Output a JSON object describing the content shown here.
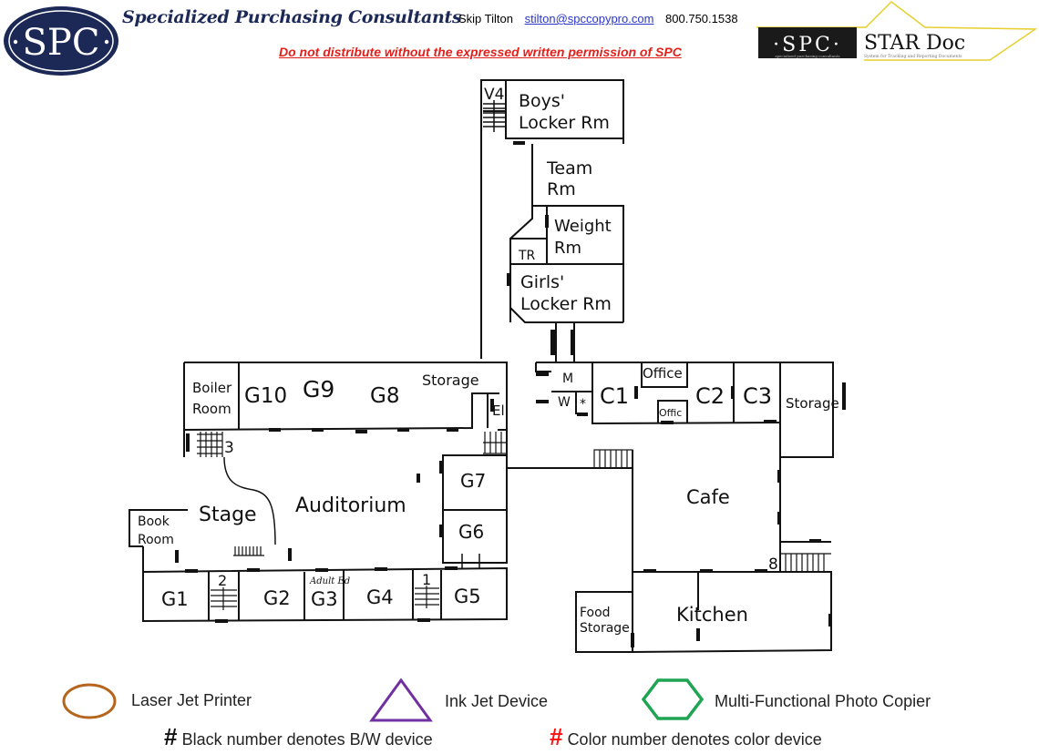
{
  "header": {
    "logo_text": "SPC",
    "company_name": "Specialized Purchasing Consultants",
    "contact_name": "Skip Tilton",
    "contact_email": "stilton@spccopypro.com",
    "contact_phone": "800.750.1538",
    "disclaimer": "Do not distribute without the expressed written permission of SPC",
    "stardoc_logo_left": "·SPC·",
    "stardoc_logo_right": "STAR Doc",
    "stardoc_tagline_left": "specialized purchasing consultants",
    "stardoc_tagline_right": "System for Tracking and Reporting Documents",
    "brand_navy": "#1c2957",
    "disclaimer_red": "#e1201b"
  },
  "floor_plan": {
    "rooms": {
      "v4": "V4",
      "boys_locker_1": "Boys'",
      "boys_locker_2": "Locker Rm",
      "team_1": "Team",
      "team_2": "Rm",
      "weight_1": "Weight",
      "weight_2": "Rm",
      "tr": "TR",
      "girls_locker_1": "Girls'",
      "girls_locker_2": "Locker Rm",
      "boiler_1": "Boiler",
      "boiler_2": "Room",
      "g10": "G10",
      "g9": "G9",
      "g8": "G8",
      "storage_west": "Storage",
      "el": "El",
      "m": "M",
      "w": "W",
      "asterisk": "*",
      "c1": "C1",
      "office": "Office",
      "offic": "Offic",
      "c2": "C2",
      "c3": "C3",
      "storage_east": "Storage",
      "stage": "Stage",
      "auditorium": "Auditorium",
      "book_1": "Book",
      "book_2": "Room",
      "g7": "G7",
      "g6": "G6",
      "cafe": "Cafe",
      "g1": "G1",
      "g2": "G2",
      "g3": "G3",
      "g3_note": "Adult Ed",
      "g4": "G4",
      "g5": "G5",
      "food_1": "Food",
      "food_2": "Storage",
      "kitchen": "Kitchen"
    },
    "stair_numbers": {
      "s1": "1",
      "s2": "2",
      "s3": "3",
      "s8": "8"
    }
  },
  "legend": {
    "laser": "Laser Jet Printer",
    "inkjet": "Ink Jet Device",
    "mfp": "Multi-Functional Photo Copier",
    "bw_symbol": "#",
    "bw_note": "Black number denotes B/W device",
    "color_symbol": "#",
    "color_note": "Color number denotes color device",
    "laser_color": "#b5651d",
    "inkjet_color": "#7030a0",
    "mfp_color": "#1fa552",
    "color_hash_color": "#ff1010"
  }
}
